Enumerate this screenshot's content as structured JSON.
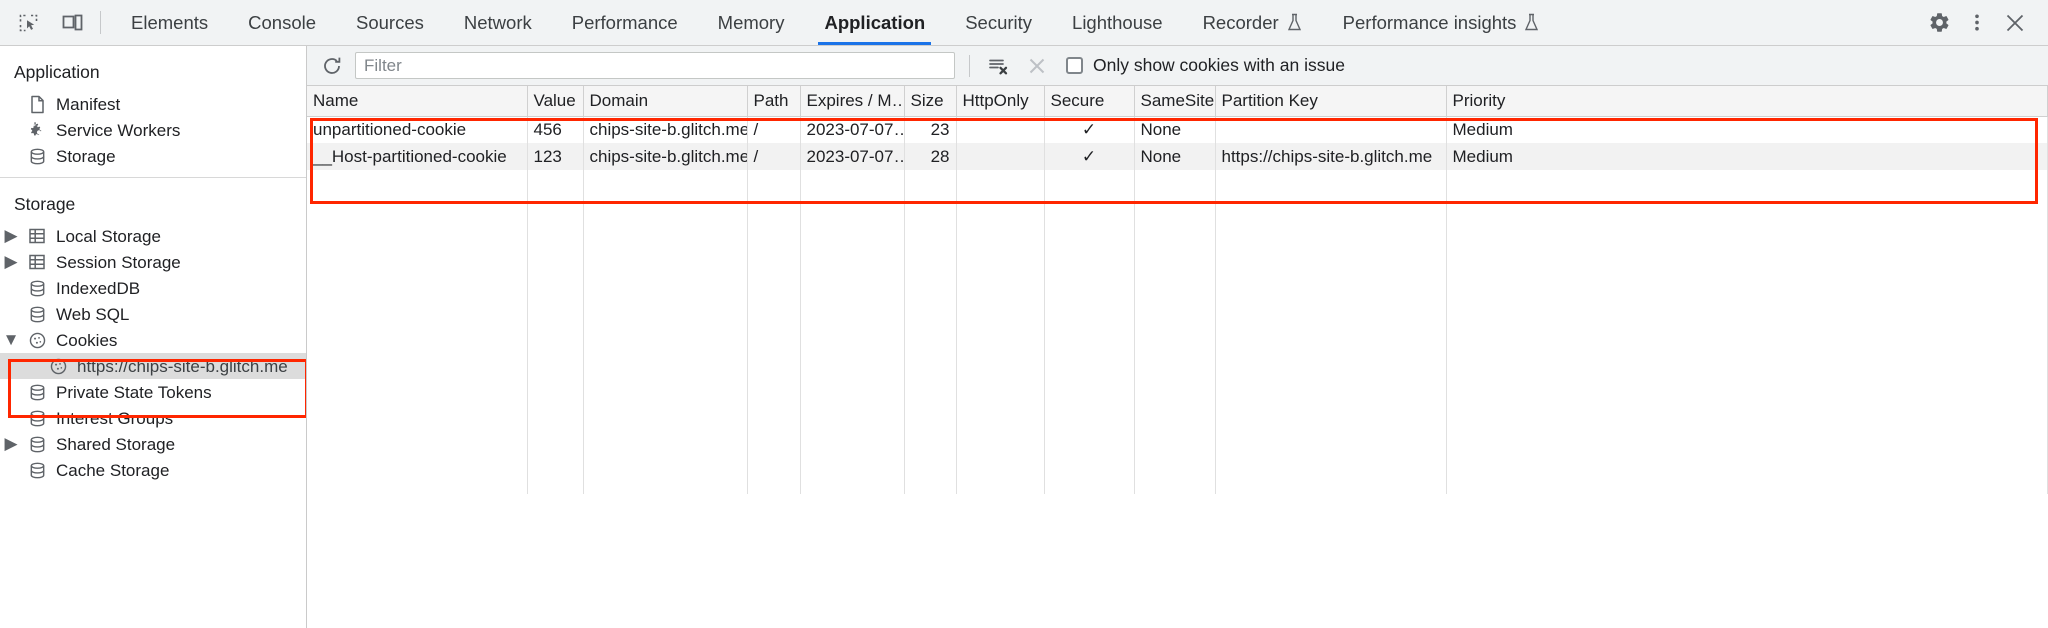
{
  "toolbar": {
    "inspect_icon": "inspect-element-icon",
    "device_icon": "device-toolbar-icon",
    "tabs": [
      {
        "label": "Elements",
        "selected": false,
        "flask": false
      },
      {
        "label": "Console",
        "selected": false,
        "flask": false
      },
      {
        "label": "Sources",
        "selected": false,
        "flask": false
      },
      {
        "label": "Network",
        "selected": false,
        "flask": false
      },
      {
        "label": "Performance",
        "selected": false,
        "flask": false
      },
      {
        "label": "Memory",
        "selected": false,
        "flask": false
      },
      {
        "label": "Application",
        "selected": true,
        "flask": false
      },
      {
        "label": "Security",
        "selected": false,
        "flask": false
      },
      {
        "label": "Lighthouse",
        "selected": false,
        "flask": false
      },
      {
        "label": "Recorder",
        "selected": false,
        "flask": true
      },
      {
        "label": "Performance insights",
        "selected": false,
        "flask": true
      }
    ],
    "settings_icon": "gear-icon",
    "more_icon": "more-vertical-icon",
    "close_icon": "close-icon",
    "accent_color": "#1a73e8"
  },
  "sidebar": {
    "sections": [
      {
        "header": "Application",
        "items": [
          {
            "label": "Manifest",
            "icon": "manifest-document-icon",
            "twisty": "none",
            "selected": false,
            "child": false
          },
          {
            "label": "Service Workers",
            "icon": "service-workers-gears-icon",
            "twisty": "none",
            "selected": false,
            "child": false
          },
          {
            "label": "Storage",
            "icon": "database-icon",
            "twisty": "none",
            "selected": false,
            "child": false
          }
        ]
      },
      {
        "header": "Storage",
        "items": [
          {
            "label": "Local Storage",
            "icon": "table-icon",
            "twisty": "collapsed",
            "selected": false,
            "child": false
          },
          {
            "label": "Session Storage",
            "icon": "table-icon",
            "twisty": "collapsed",
            "selected": false,
            "child": false
          },
          {
            "label": "IndexedDB",
            "icon": "database-icon",
            "twisty": "none",
            "selected": false,
            "child": false
          },
          {
            "label": "Web SQL",
            "icon": "database-icon",
            "twisty": "none",
            "selected": false,
            "child": false
          },
          {
            "label": "Cookies",
            "icon": "cookie-icon",
            "twisty": "expanded",
            "selected": false,
            "child": false
          },
          {
            "label": "https://chips-site-b.glitch.me",
            "icon": "cookie-icon",
            "twisty": "none",
            "selected": true,
            "child": true
          },
          {
            "label": "Private State Tokens",
            "icon": "database-icon",
            "twisty": "none",
            "selected": false,
            "child": false
          },
          {
            "label": "Interest Groups",
            "icon": "database-icon",
            "twisty": "none",
            "selected": false,
            "child": false
          },
          {
            "label": "Shared Storage",
            "icon": "database-icon",
            "twisty": "collapsed",
            "selected": false,
            "child": false
          },
          {
            "label": "Cache Storage",
            "icon": "database-icon",
            "twisty": "none",
            "selected": false,
            "child": false
          }
        ]
      }
    ],
    "highlight_color": "#ff2600"
  },
  "filterbar": {
    "refresh_icon": "refresh-icon",
    "filter_placeholder": "Filter",
    "filter_value": "",
    "clear_all_icon": "clear-all-cookies-icon",
    "clear_filtered_icon": "clear-filtered-cookies-icon",
    "checkbox_label": "Only show cookies with an issue",
    "checkbox_checked": false
  },
  "table": {
    "columns": [
      "Name",
      "Value",
      "Domain",
      "Path",
      "Expires / M…",
      "Size",
      "HttpOnly",
      "Secure",
      "SameSite",
      "Partition Key",
      "Priority"
    ],
    "rows": [
      {
        "Name": "unpartitioned-cookie",
        "Value": "456",
        "Domain": "chips-site-b.glitch.me",
        "Path": "/",
        "Expires / M…": "2023-07-07…",
        "Size": "23",
        "HttpOnly": "",
        "Secure": "✓",
        "SameSite": "None",
        "Partition Key": "",
        "Priority": "Medium"
      },
      {
        "Name": "__Host-partitioned-cookie",
        "Value": "123",
        "Domain": "chips-site-b.glitch.me",
        "Path": "/",
        "Expires / M…": "2023-07-07…",
        "Size": "28",
        "HttpOnly": "",
        "Secure": "✓",
        "SameSite": "None",
        "Partition Key": "https://chips-site-b.glitch.me",
        "Priority": "Medium"
      }
    ],
    "highlight_color": "#ff2600"
  }
}
